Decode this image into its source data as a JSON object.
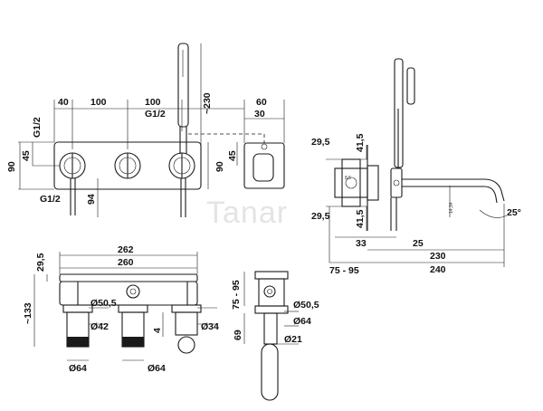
{
  "watermark": "Tanar",
  "front_view": {
    "dims_top": [
      "40",
      "100",
      "100",
      "~230",
      "60",
      "30"
    ],
    "dims_left": [
      "G1/2",
      "45",
      "90",
      "G1/2"
    ],
    "dims_right": [
      "90",
      "45"
    ],
    "dim_94": "94",
    "thread_label": "G1/2"
  },
  "side_view": {
    "dims": [
      "29,5",
      "41,5",
      "29,5",
      "41,5",
      "33",
      "25",
      "230",
      "75 - 95",
      "240",
      "25°"
    ],
    "small_marks": [
      "8,5",
      "14,34"
    ]
  },
  "top_view": {
    "dims": [
      "262",
      "260",
      "29,5",
      "~133",
      "Ø50,5",
      "Ø42",
      "4",
      "Ø34",
      "Ø64",
      "Ø64"
    ]
  },
  "end_view": {
    "dims": [
      "75 - 95",
      "Ø50,5",
      "Ø64",
      "69",
      "Ø21"
    ]
  }
}
